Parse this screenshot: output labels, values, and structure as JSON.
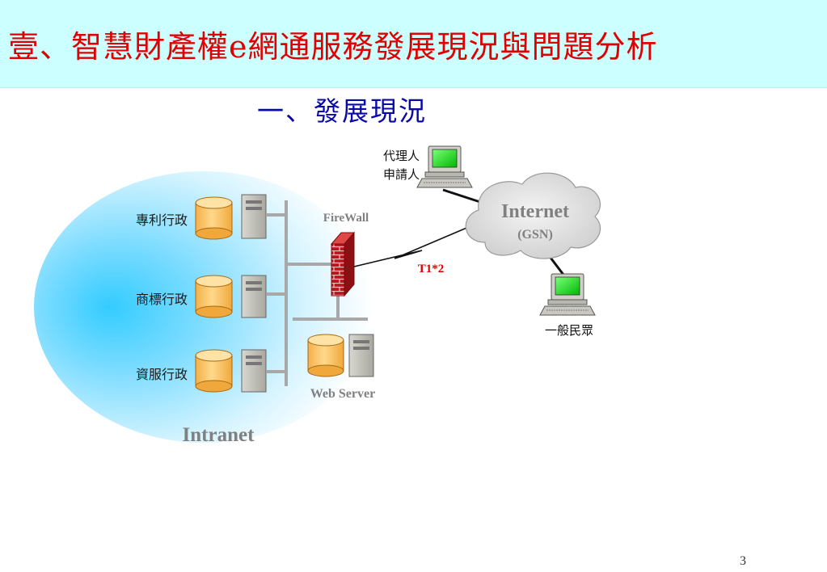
{
  "slide": {
    "title": "壹、智慧財產權e網通服務發展現況與問題分析",
    "subtitle": "一、發展現況",
    "page_number": "3"
  },
  "diagram": {
    "intranet_label": "Intranet",
    "departments": [
      "專利行政",
      "商標行政",
      "資服行政"
    ],
    "firewall_label": "FireWall",
    "web_server_label": "Web Server",
    "link_label": "T1*2",
    "internet_label": "Internet",
    "internet_sublabel": "(GSN)",
    "agent_labels": [
      "代理人",
      "申請人"
    ],
    "public_label": "一般民眾",
    "colors": {
      "title": "#e00000",
      "subtitle": "#0a0aa8",
      "title_bar": "#ccffff",
      "intranet_glow": "#33ccff",
      "link_label": "#e00000",
      "gray_label": "#808080",
      "db_fill": "#ffcc66"
    }
  }
}
